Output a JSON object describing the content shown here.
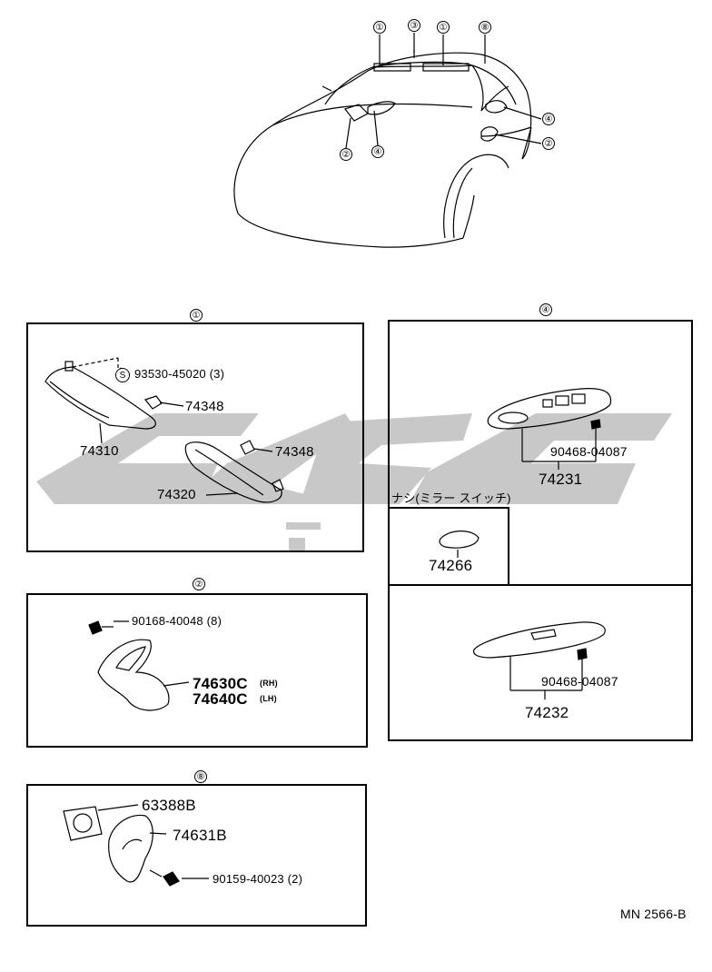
{
  "callouts": {
    "c1": "①",
    "c2": "②",
    "c3": "③",
    "c4": "④",
    "c8": "⑧"
  },
  "panel1": {
    "clip_part": "93530-45020 (3)",
    "clip_prefix": "S",
    "holder_a": "74348",
    "holder_b": "74348",
    "visor_upper": "74310",
    "visor_lower": "74320"
  },
  "panel2": {
    "screw": "90168-40048 (8)",
    "rh_part": "74630C",
    "rh_tag": "(RH)",
    "lh_part": "74640C",
    "lh_tag": "(LH)"
  },
  "panel8": {
    "part_a": "63388B",
    "part_b": "74631B",
    "screw": "90159-40023 (2)"
  },
  "panel4": {
    "clip_top": "90468-04087",
    "base_top": "74231",
    "note": "ナシ(ミラー スイッチ)",
    "cover": "74266",
    "clip_bottom": "90468-04087",
    "base_bottom": "74232"
  },
  "watermark": "",
  "footer": {
    "code": "MN 2566-B"
  }
}
